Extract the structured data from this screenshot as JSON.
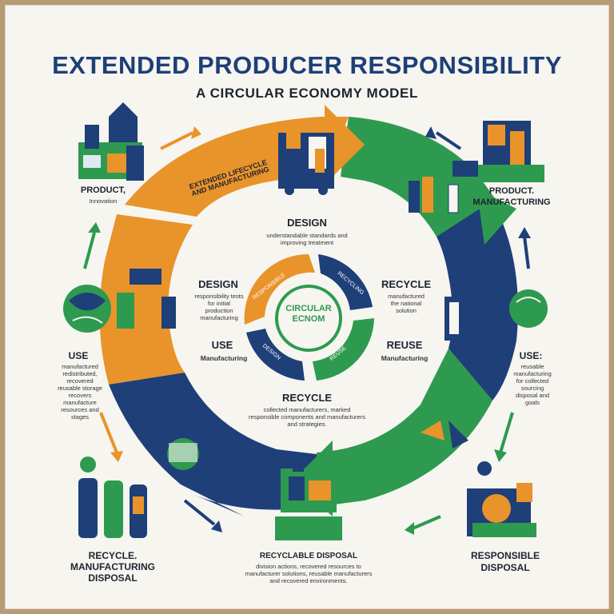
{
  "title": "EXTENDED PRODUCER RESPONSIBILITY",
  "subtitle": "A CIRCULAR ECONOMY  MODEL",
  "center": {
    "line1": "CIRCULAR",
    "line2": "ECNOM"
  },
  "ring_banner": {
    "line1": "EXTENDED LIFECYCLE",
    "line2": "AND MANUFACTURING"
  },
  "inner_labels": {
    "design_top": "DESIGN",
    "design_top_note1": "understandable standards and",
    "design_top_note2": "improving treatment",
    "design_left": "DESIGN",
    "design_left_note1": "responsibility tests",
    "design_left_note2": "for initial",
    "design_left_note3": "production",
    "design_left_note4": "manufacturing",
    "recycle_right": "RECYCLE",
    "recycle_right_note1": "manufactured",
    "recycle_right_note2": "the national",
    "recycle_right_note3": "solution",
    "use_left": "USE",
    "use_left_sub": "Manufacturing",
    "reuse_right": "REUSE",
    "reuse_right_sub": "Manufacturing",
    "recycle_bottom": "RECYCLE",
    "recycle_bottom_note1": "collected manufacturers, marked",
    "recycle_bottom_note2": "responsible components and manufacturers",
    "recycle_bottom_note3": "and strategies."
  },
  "inner_segments": [
    "RESPONSIBLE",
    "RECYCLING",
    "REUSE",
    "DESIGN"
  ],
  "outer_labels": {
    "product_tl": "PRODUCT,",
    "product_tl_sub": "Innovation",
    "product_tr1": "PRODUCT.",
    "product_tr2": "MANUFACTURING",
    "use_l": "USE",
    "use_l_notes": [
      "manufactured",
      "redistributed,",
      "recovered",
      "reusable storage",
      "recovers",
      "manufacture",
      "resources and",
      "stages"
    ],
    "use_r": "USE:",
    "use_r_notes": [
      "reusable",
      "manufacturing",
      "for collected",
      "sourcing",
      "disposal and",
      "goals"
    ],
    "recycle_bl1": "RECYCLE.",
    "recycle_bl2": "MANUFACTURING",
    "recycle_bl3": "DISPOSAL",
    "disposal_br1": "RESPONSIBLE",
    "disposal_br2": "DISPOSAL",
    "bottom_caption": "RECYCLABLE DISPOSAL",
    "bottom_notes": [
      "division actions, recovered resources to",
      "manufacturer solutions, reusable manufacturers",
      "and recovered environments."
    ]
  },
  "colors": {
    "navy": "#1e3f78",
    "green": "#2e9a4f",
    "orange": "#e9932b",
    "background": "#f6f5f0",
    "frame": "#b89a74"
  }
}
